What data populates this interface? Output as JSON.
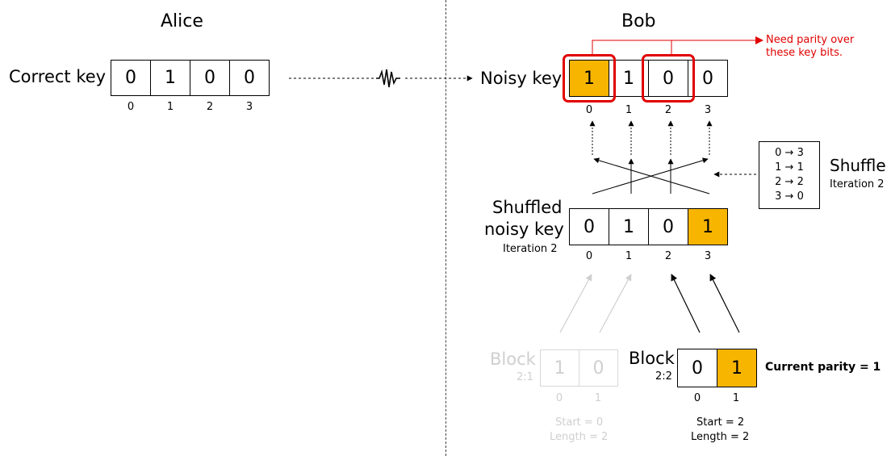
{
  "alice": {
    "title": "Alice",
    "key_label": "Correct key",
    "bits": [
      "0",
      "1",
      "0",
      "0"
    ],
    "indices": [
      "0",
      "1",
      "2",
      "3"
    ]
  },
  "bob": {
    "title": "Bob",
    "noisy_label": "Noisy key",
    "noisy_bits": [
      "1",
      "1",
      "0",
      "0"
    ],
    "noisy_indices": [
      "0",
      "1",
      "2",
      "3"
    ],
    "parity_note_line1": "Need parity over",
    "parity_note_line2": "these key bits.",
    "shuffle": {
      "title": "Shuffle",
      "subtitle": "Iteration 2",
      "mapping": [
        "0 → 3",
        "1 → 1",
        "2 → 2",
        "3 → 0"
      ]
    },
    "shuffled": {
      "label_line1": "Shuffled",
      "label_line2": "noisy key",
      "subtitle": "Iteration 2",
      "bits": [
        "0",
        "1",
        "0",
        "1"
      ],
      "indices": [
        "0",
        "1",
        "2",
        "3"
      ]
    },
    "block1": {
      "label": "Block",
      "sub": "2:1",
      "bits": [
        "1",
        "0"
      ],
      "indices": [
        "0",
        "1"
      ],
      "start": "Start = 0",
      "length": "Length = 2"
    },
    "block2": {
      "label": "Block",
      "sub": "2:2",
      "bits": [
        "0",
        "1"
      ],
      "indices": [
        "0",
        "1"
      ],
      "start": "Start = 2",
      "length": "Length = 2",
      "parity": "Current parity = 1"
    }
  },
  "colors": {
    "highlight": "#f8b500",
    "note": "#e00000",
    "faded": "#d0d0d0"
  }
}
